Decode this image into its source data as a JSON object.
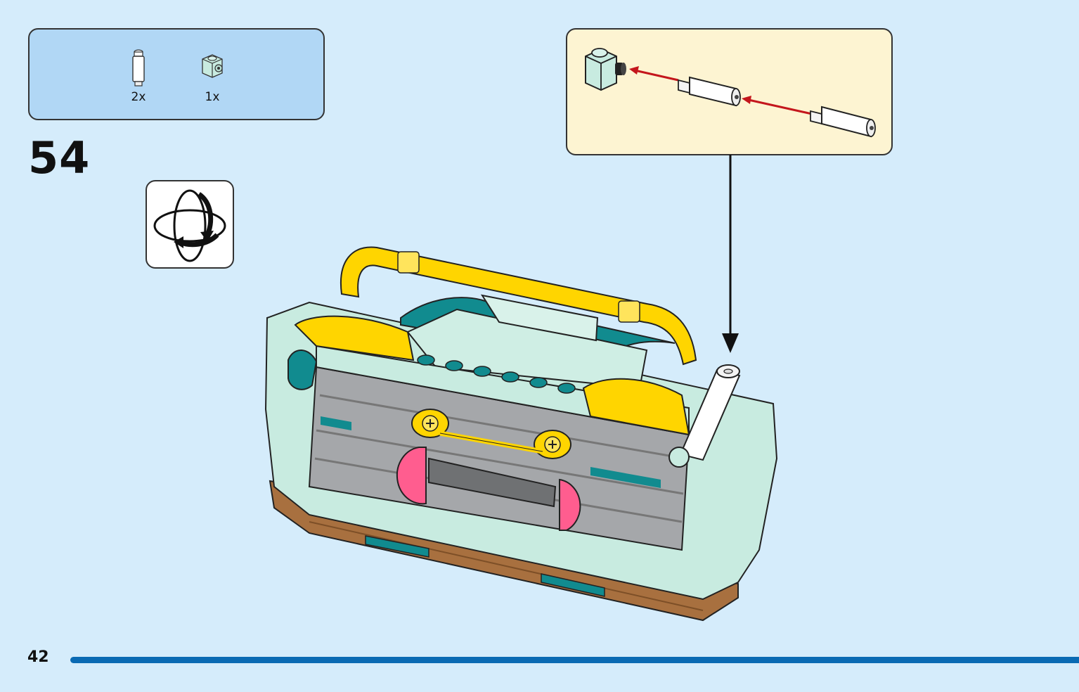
{
  "parts_list": {
    "items": [
      {
        "part": "white-bar-with-stopper",
        "count": "2x"
      },
      {
        "part": "sand-green-brick-1x1-with-stud-on-side",
        "count": "1x"
      }
    ]
  },
  "step": {
    "number": "54"
  },
  "rotate_icon": "rotate-model-icon",
  "callout": {
    "parts": [
      "sand-green-brick-with-side-stud",
      "white-bar",
      "white-bar"
    ],
    "arrow_color": "#c4161c"
  },
  "model": {
    "colors": {
      "handle": "#ffd500",
      "body": "#c8ebe0",
      "dark_turquoise": "#118b8f",
      "gray": "#a5a7aa",
      "pink": "#ff5d8f",
      "base": "#a8703f"
    }
  },
  "page": {
    "number": "42",
    "bar_color": "#0a6ab3"
  }
}
